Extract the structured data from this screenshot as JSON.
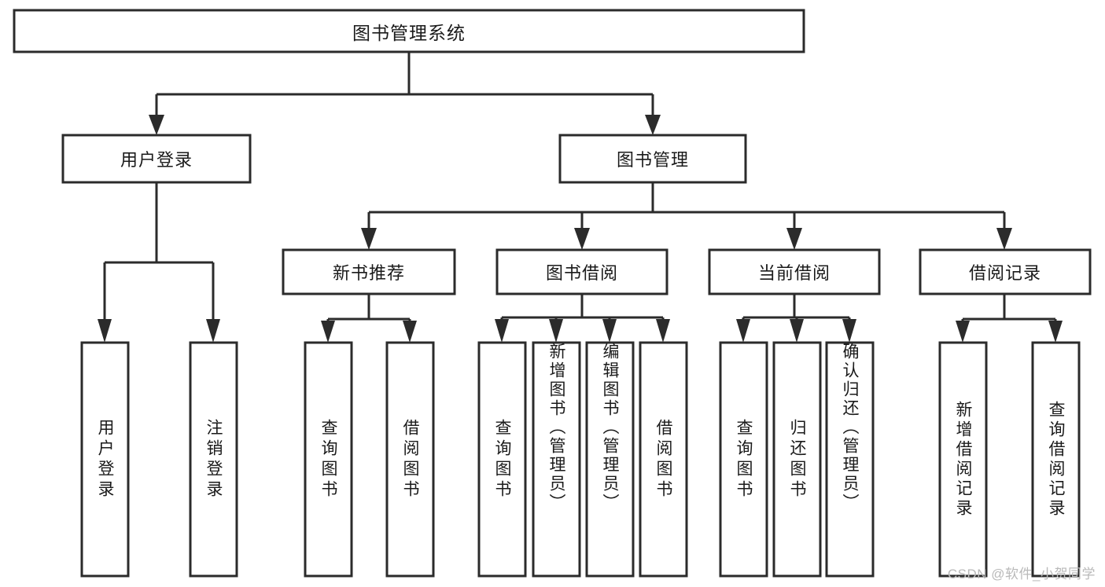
{
  "diagram": {
    "type": "tree-hierarchy-chart",
    "title": "图书管理系统",
    "watermark": "CSDN @软件_小贺同学",
    "colors": {
      "box_stroke": "#2b2b2b",
      "box_fill": "#ffffff",
      "text": "#1a1a1a",
      "background": "#ffffff",
      "watermark": "#b9b9b9"
    },
    "levels": [
      {
        "level": 1,
        "nodes": [
          {
            "id": "root",
            "label": "图书管理系统",
            "orientation": "horizontal"
          }
        ]
      },
      {
        "level": 2,
        "nodes": [
          {
            "id": "login",
            "label": "用户登录",
            "orientation": "horizontal",
            "parent": "root"
          },
          {
            "id": "bookmgmt",
            "label": "图书管理",
            "orientation": "horizontal",
            "parent": "root"
          }
        ]
      },
      {
        "level": 3,
        "nodes": [
          {
            "id": "newbook",
            "label": "新书推荐",
            "orientation": "horizontal",
            "parent": "bookmgmt"
          },
          {
            "id": "borrow",
            "label": "图书借阅",
            "orientation": "horizontal",
            "parent": "bookmgmt"
          },
          {
            "id": "current",
            "label": "当前借阅",
            "orientation": "horizontal",
            "parent": "bookmgmt"
          },
          {
            "id": "records",
            "label": "借阅记录",
            "orientation": "horizontal",
            "parent": "bookmgmt"
          }
        ]
      },
      {
        "level": 4,
        "nodes": [
          {
            "id": "leaf-1",
            "label": "用户登录",
            "orientation": "vertical",
            "parent": "login"
          },
          {
            "id": "leaf-2",
            "label": "注销登录",
            "orientation": "vertical",
            "parent": "login"
          },
          {
            "id": "leaf-3",
            "label": "查询图书",
            "orientation": "vertical",
            "parent": "newbook"
          },
          {
            "id": "leaf-4",
            "label": "借阅图书",
            "orientation": "vertical",
            "parent": "newbook"
          },
          {
            "id": "leaf-5",
            "label": "查询图书",
            "orientation": "vertical",
            "parent": "borrow"
          },
          {
            "id": "leaf-6",
            "label": "新增图书（管理员）",
            "orientation": "vertical",
            "parent": "borrow"
          },
          {
            "id": "leaf-7",
            "label": "编辑图书（管理员）",
            "orientation": "vertical",
            "parent": "borrow"
          },
          {
            "id": "leaf-8",
            "label": "借阅图书",
            "orientation": "vertical",
            "parent": "borrow"
          },
          {
            "id": "leaf-9",
            "label": "查询图书",
            "orientation": "vertical",
            "parent": "current"
          },
          {
            "id": "leaf-10",
            "label": "归还图书",
            "orientation": "vertical",
            "parent": "current"
          },
          {
            "id": "leaf-11",
            "label": "确认归还（管理员）",
            "orientation": "vertical",
            "parent": "current"
          },
          {
            "id": "leaf-12",
            "label": "新增借阅记录",
            "orientation": "vertical",
            "parent": "records"
          },
          {
            "id": "leaf-13",
            "label": "查询借阅记录",
            "orientation": "vertical",
            "parent": "records"
          }
        ]
      }
    ]
  }
}
